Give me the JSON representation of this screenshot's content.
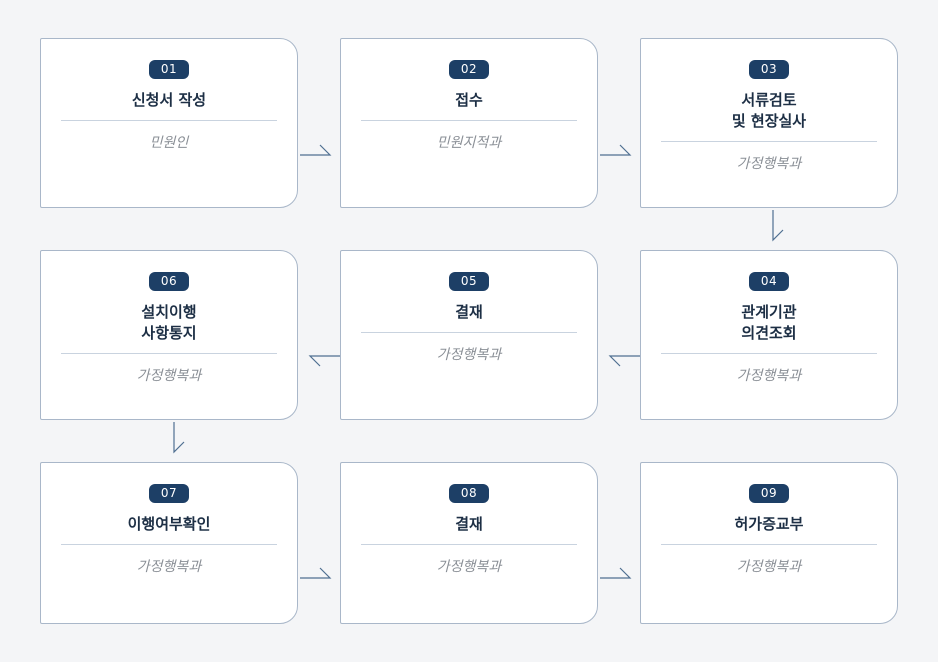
{
  "steps": [
    {
      "num": "01",
      "title": "신청서 작성",
      "dept": "민원인"
    },
    {
      "num": "02",
      "title": "접수",
      "dept": "민원지적과"
    },
    {
      "num": "03",
      "title": "서류검토\n및 현장실사",
      "dept": "가정행복과"
    },
    {
      "num": "04",
      "title": "관계기관\n의견조회",
      "dept": "가정행복과"
    },
    {
      "num": "05",
      "title": "결재",
      "dept": "가정행복과"
    },
    {
      "num": "06",
      "title": "설치이행\n사항통지",
      "dept": "가정행복과"
    },
    {
      "num": "07",
      "title": "이행여부확인",
      "dept": "가정행복과"
    },
    {
      "num": "08",
      "title": "결재",
      "dept": "가정행복과"
    },
    {
      "num": "09",
      "title": "허가증교부",
      "dept": "가정행복과"
    }
  ],
  "colors": {
    "badge": "#1d3f66",
    "title": "#1d2f45",
    "dept": "#8a8f96",
    "border": "#a9b7c9",
    "connector": "#4f6f91"
  }
}
